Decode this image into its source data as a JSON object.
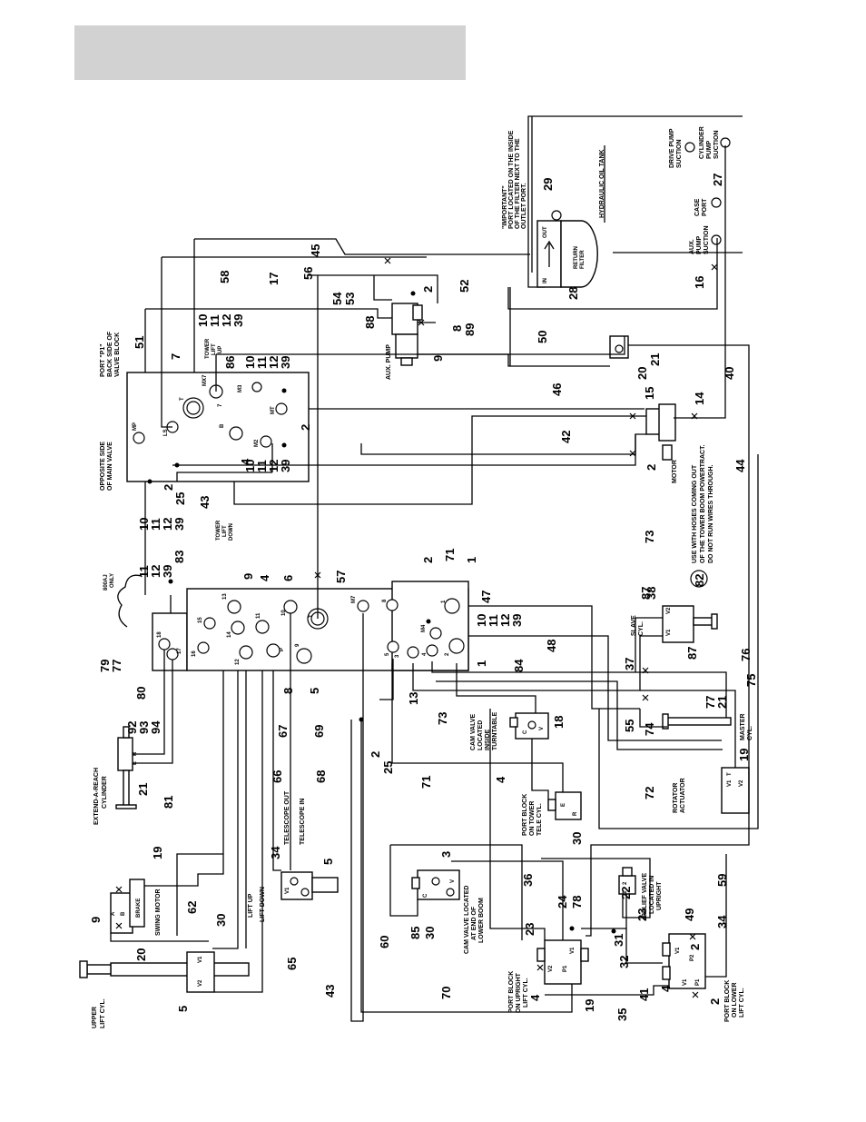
{
  "labels": {
    "important_note": [
      "\"IMPORTANT\"",
      "PORT LOCATED ON THE INSIDE",
      "OF THE FILTER NEXT TO THE",
      "OUTLET PORT."
    ],
    "hydraulic_oil_tank": "HYDRAULIC OIL TANK",
    "drive_pump_suction": [
      "DRIVE PUMP",
      "SUCTION"
    ],
    "cylinder_pump_suction": [
      "CYLINDER",
      "PUMP",
      "SUCTION"
    ],
    "case_port": [
      "CASE",
      "PORT"
    ],
    "aux_pump_suction": [
      "AUX.",
      "PUMP",
      "SUCTION"
    ],
    "return_filter": [
      "RETURN",
      "FILTER"
    ],
    "filter_in": "IN",
    "filter_out": "OUT",
    "aux_pump": "AUX. PUMP",
    "motor": "MOTOR",
    "port_p1": [
      "PORT \"P1\"",
      "BACK SIDE OF",
      "VALVE BLOCK"
    ],
    "opposite_side": [
      "OPPOSITE SIDE",
      "OF MAIN VALVE"
    ],
    "tower_lift_up": [
      "TOWER",
      "LIFT",
      "UP"
    ],
    "tower_lift_down": [
      "TOWER",
      "LIFT",
      "DOWN"
    ],
    "hose_note": [
      "USE WITH HOSES COMING OUT",
      "OF THE TOWER BOOM POWERTRACT.",
      "DO NOT RUN WIRES THROUGH."
    ],
    "note_82": "82",
    "only_800aj": [
      "800AJ",
      "ONLY"
    ],
    "extend_a_reach": [
      "EXTEND-A-REACH",
      "CYLINDER"
    ],
    "swing_motor": "SWING MOTOR",
    "brake": "BRAKE",
    "upper_lift_cyl": [
      "UPPER",
      "LIFT CYL."
    ],
    "lift_up": "LIFT UP",
    "lift_down": "LIFT DOWN",
    "telescope_out": "TELESCOPE OUT",
    "telescope_in": "TELESCOPE IN",
    "cam_valve_turntable": [
      "CAM VALVE",
      "LOCATED",
      "INSIDE",
      "TURNTABLE"
    ],
    "port_block_tower_tele": [
      "PORT BLOCK",
      "ON TOWER",
      "TELE CYL."
    ],
    "slave_cyl": [
      "SLAVE",
      "CYL."
    ],
    "master_cyl": [
      "MASTER",
      "CYL."
    ],
    "rotator_actuator": [
      "ROTATOR",
      "ACTUATOR"
    ],
    "cam_valve_lower_boom": [
      "CAM VALVE LOCATED",
      "AT END OF",
      "LOWER BOOM"
    ],
    "relief_valve_upright": [
      "RELIEF VALVE",
      "LOCATED IN",
      "UPRIGHT"
    ],
    "port_block_upright": [
      "PORT BLOCK",
      "ON UPRIGHT",
      "LIFT CYL."
    ],
    "port_block_lower": [
      "PORT BLOCK",
      "ON LOWER",
      "LIFT CYL."
    ]
  },
  "port_labels": {
    "mp": "MP",
    "ls": "LS",
    "t": "T",
    "mx7": "MX7",
    "seven": "7",
    "m3": "M3",
    "b": "B",
    "m2": "M2",
    "mt": "MT",
    "p13": "13",
    "p15": "15",
    "p16": "16",
    "p14": "14",
    "p12": "12",
    "p11": "11",
    "p10": "10",
    "p9": "9",
    "pP": "P",
    "p18": "18",
    "p17": "17",
    "pT": "T",
    "m7": "M7",
    "p8": "8",
    "p3": "3",
    "p5": "5",
    "m4": "M4",
    "p4": "4",
    "p2": "2",
    "p1": "1",
    "v1": "V1",
    "v2": "V2",
    "v": "V",
    "c": "C",
    "e": "E",
    "r": "R",
    "p1b": "P1",
    "p2b": "P2",
    "a": "A",
    "bb": "B",
    "one": "1",
    "two": "2"
  },
  "numbers": {
    "n29": "29",
    "n28": "28",
    "n27": "27",
    "n16a": "16",
    "n50": "50",
    "n21a": "21",
    "n20a": "20",
    "n40": "40",
    "n15": "15",
    "n14": "14",
    "n2a": "2",
    "n44": "44",
    "n42": "42",
    "n46": "46",
    "n73a": "73",
    "n52": "52",
    "n2b": "2",
    "n8a": "8",
    "n89": "89",
    "n9a": "9",
    "n88": "88",
    "n54": "54",
    "n53": "53",
    "n56": "56",
    "n17": "17",
    "n45": "45",
    "n58": "58",
    "n10a": "10",
    "n11a": "11",
    "n12a": "12",
    "n39a": "39",
    "n51": "51",
    "n7": "7",
    "n86": "86",
    "n10b": "10",
    "n11b": "11",
    "n12b": "12",
    "n39b": "39",
    "n2c": "2",
    "n10c": "10",
    "n11c": "11",
    "n12c": "12",
    "n39c": "39",
    "n4a": "4",
    "n2d": "2",
    "n25a": "25",
    "n43a": "43",
    "n10d": "10",
    "n11d": "11",
    "n12d": "12",
    "n39d": "39",
    "n11e": "11",
    "n12e": "12",
    "n39e": "39",
    "n83": "83",
    "n9b": "9",
    "n4b": "4",
    "n6": "6",
    "n57": "57",
    "n2e": "2",
    "n71a": "71",
    "n1a": "1",
    "n47": "47",
    "n10e": "10",
    "n11f": "11",
    "n12f": "12",
    "n39f": "39",
    "n1b": "1",
    "n48": "48",
    "n79": "79",
    "n77a": "77",
    "n80": "80",
    "n8b": "8",
    "n5a": "5",
    "n13": "13",
    "n73b": "73",
    "n84": "84",
    "n18": "18",
    "n92": "92",
    "n93": "93",
    "n94": "94",
    "n81": "81",
    "n21b": "21",
    "n67": "67",
    "n69": "69",
    "n2f": "2",
    "n25b": "25",
    "n71b": "71",
    "n4c": "4",
    "n30a": "30",
    "n87a": "87",
    "n38": "38",
    "n87b": "87",
    "n76": "76",
    "n37": "37",
    "n55": "55",
    "n74": "74",
    "n77b": "77",
    "n21c": "21",
    "n75": "75",
    "n72": "72",
    "n19a": "19",
    "n19b": "19",
    "n9c": "9",
    "n62": "62",
    "n20b": "20",
    "n30b": "30",
    "n34a": "34",
    "n5b": "5",
    "n66": "66",
    "n68": "68",
    "n65": "65",
    "n5c": "5",
    "n3": "3",
    "n36": "36",
    "n59": "59",
    "n60": "60",
    "n85": "85",
    "n30c": "30",
    "n24": "24",
    "n78": "78",
    "n22": "22",
    "n23a": "23",
    "n23b": "23",
    "n31": "31",
    "n32": "32",
    "n49": "49",
    "n2g": "2",
    "n34b": "34",
    "n43b": "43",
    "n70": "70",
    "n4d": "4",
    "n19c": "19",
    "n35": "35",
    "n41": "41",
    "n4e": "4",
    "n2h": "2"
  }
}
